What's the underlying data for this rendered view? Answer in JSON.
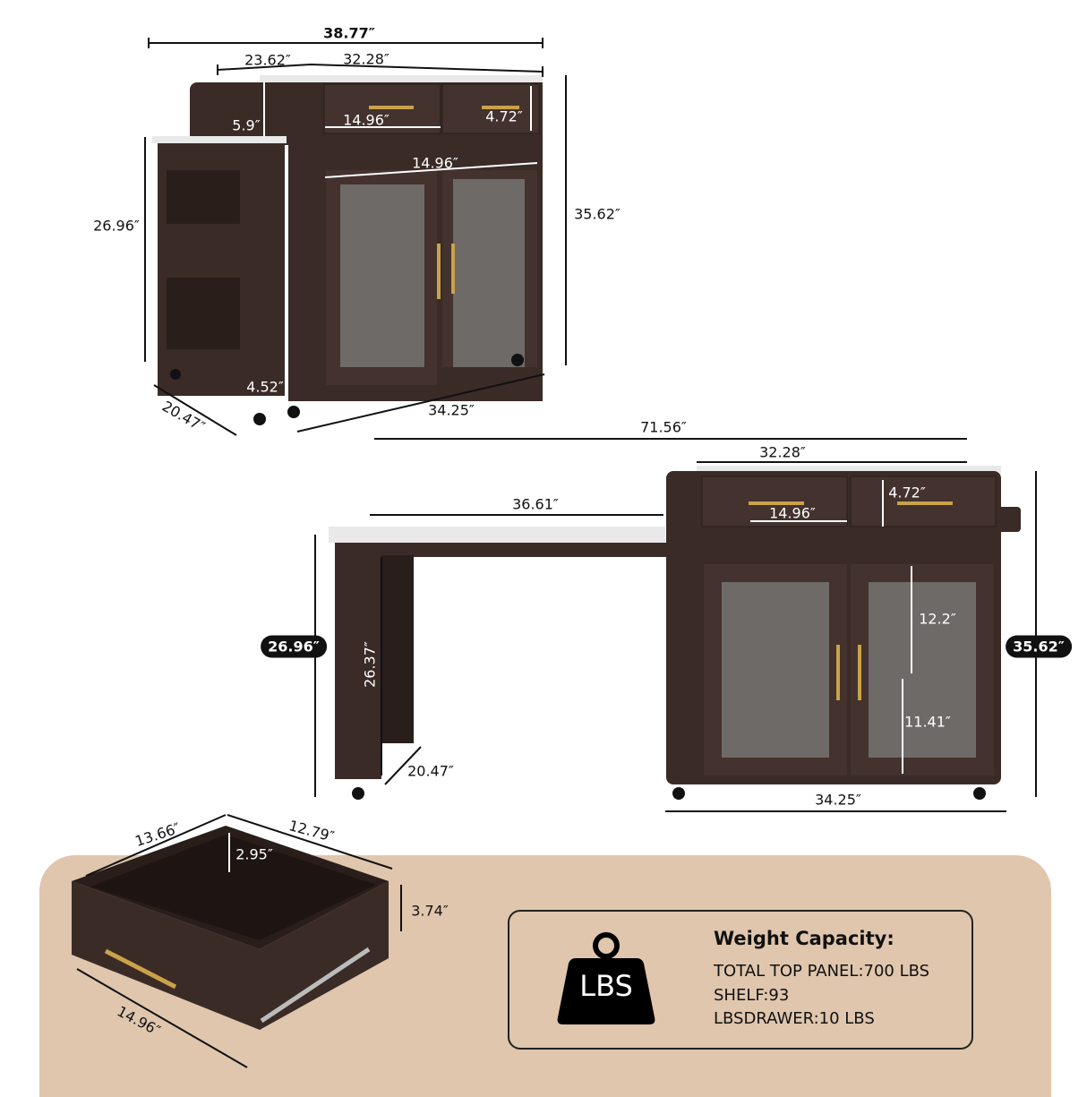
{
  "colors": {
    "wood": "#3a2b27",
    "panel": "#dfc6ad",
    "marble": "#e9e9e9",
    "handle": "#c9a24a"
  },
  "top_view": {
    "overall_width": "38.77″",
    "left_top_width": "23.62″",
    "right_top_width": "32.28″",
    "shelf_height": "5.9″",
    "drawer_width": "14.96″",
    "drawer_height": "4.72″",
    "door_width": "14.96″",
    "side_height": "26.96″",
    "total_height": "35.62″",
    "side_depth": "4.52″",
    "depth": "20.47″",
    "base_width": "34.25″"
  },
  "extended_view": {
    "overall_width": "71.56″",
    "top_width": "32.28″",
    "extension_width": "36.61″",
    "drawer_height": "4.72″",
    "drawer_width": "14.96″",
    "extension_height": "26.96″",
    "leg_height": "26.37″",
    "upper_shelf": "12.2″",
    "total_height": "35.62″",
    "lower_shelf": "11.41″",
    "leg_depth": "20.47″",
    "base_width": "34.25″"
  },
  "drawer_view": {
    "depth": "13.66″",
    "inner_width": "12.79″",
    "inner_height": "2.95″",
    "height": "3.74″",
    "width": "14.96″"
  },
  "weight": {
    "icon": "weight-lbs-icon",
    "icon_text": "LBS",
    "title": "Weight Capacity:",
    "lines": [
      "TOTAL TOP PANEL:700 LBS",
      "SHELF:93",
      "LBSDRAWER:10 LBS"
    ]
  }
}
